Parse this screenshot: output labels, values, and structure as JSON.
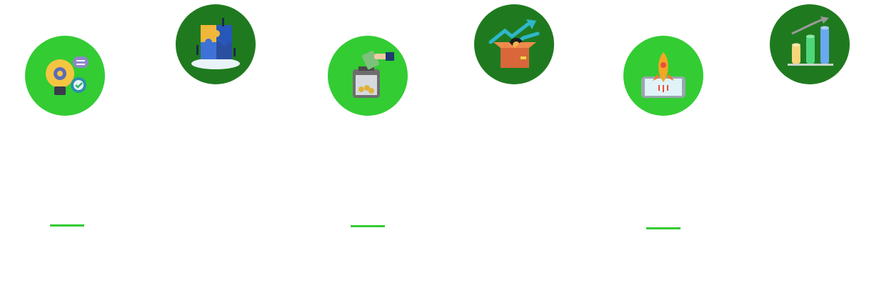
{
  "colors": {
    "light_green": "#33cc33",
    "dark_green": "#1f7a1f",
    "underline": "#33cc33"
  },
  "steps": [
    {
      "icon": "lightbulb-gear-icon",
      "tone": "light"
    },
    {
      "icon": "puzzle-team-icon",
      "tone": "dark"
    },
    {
      "icon": "money-box-icon",
      "tone": "light"
    },
    {
      "icon": "growth-box-icon",
      "tone": "dark"
    },
    {
      "icon": "rocket-phone-icon",
      "tone": "light"
    },
    {
      "icon": "bar-chart-growth-icon",
      "tone": "dark"
    }
  ]
}
